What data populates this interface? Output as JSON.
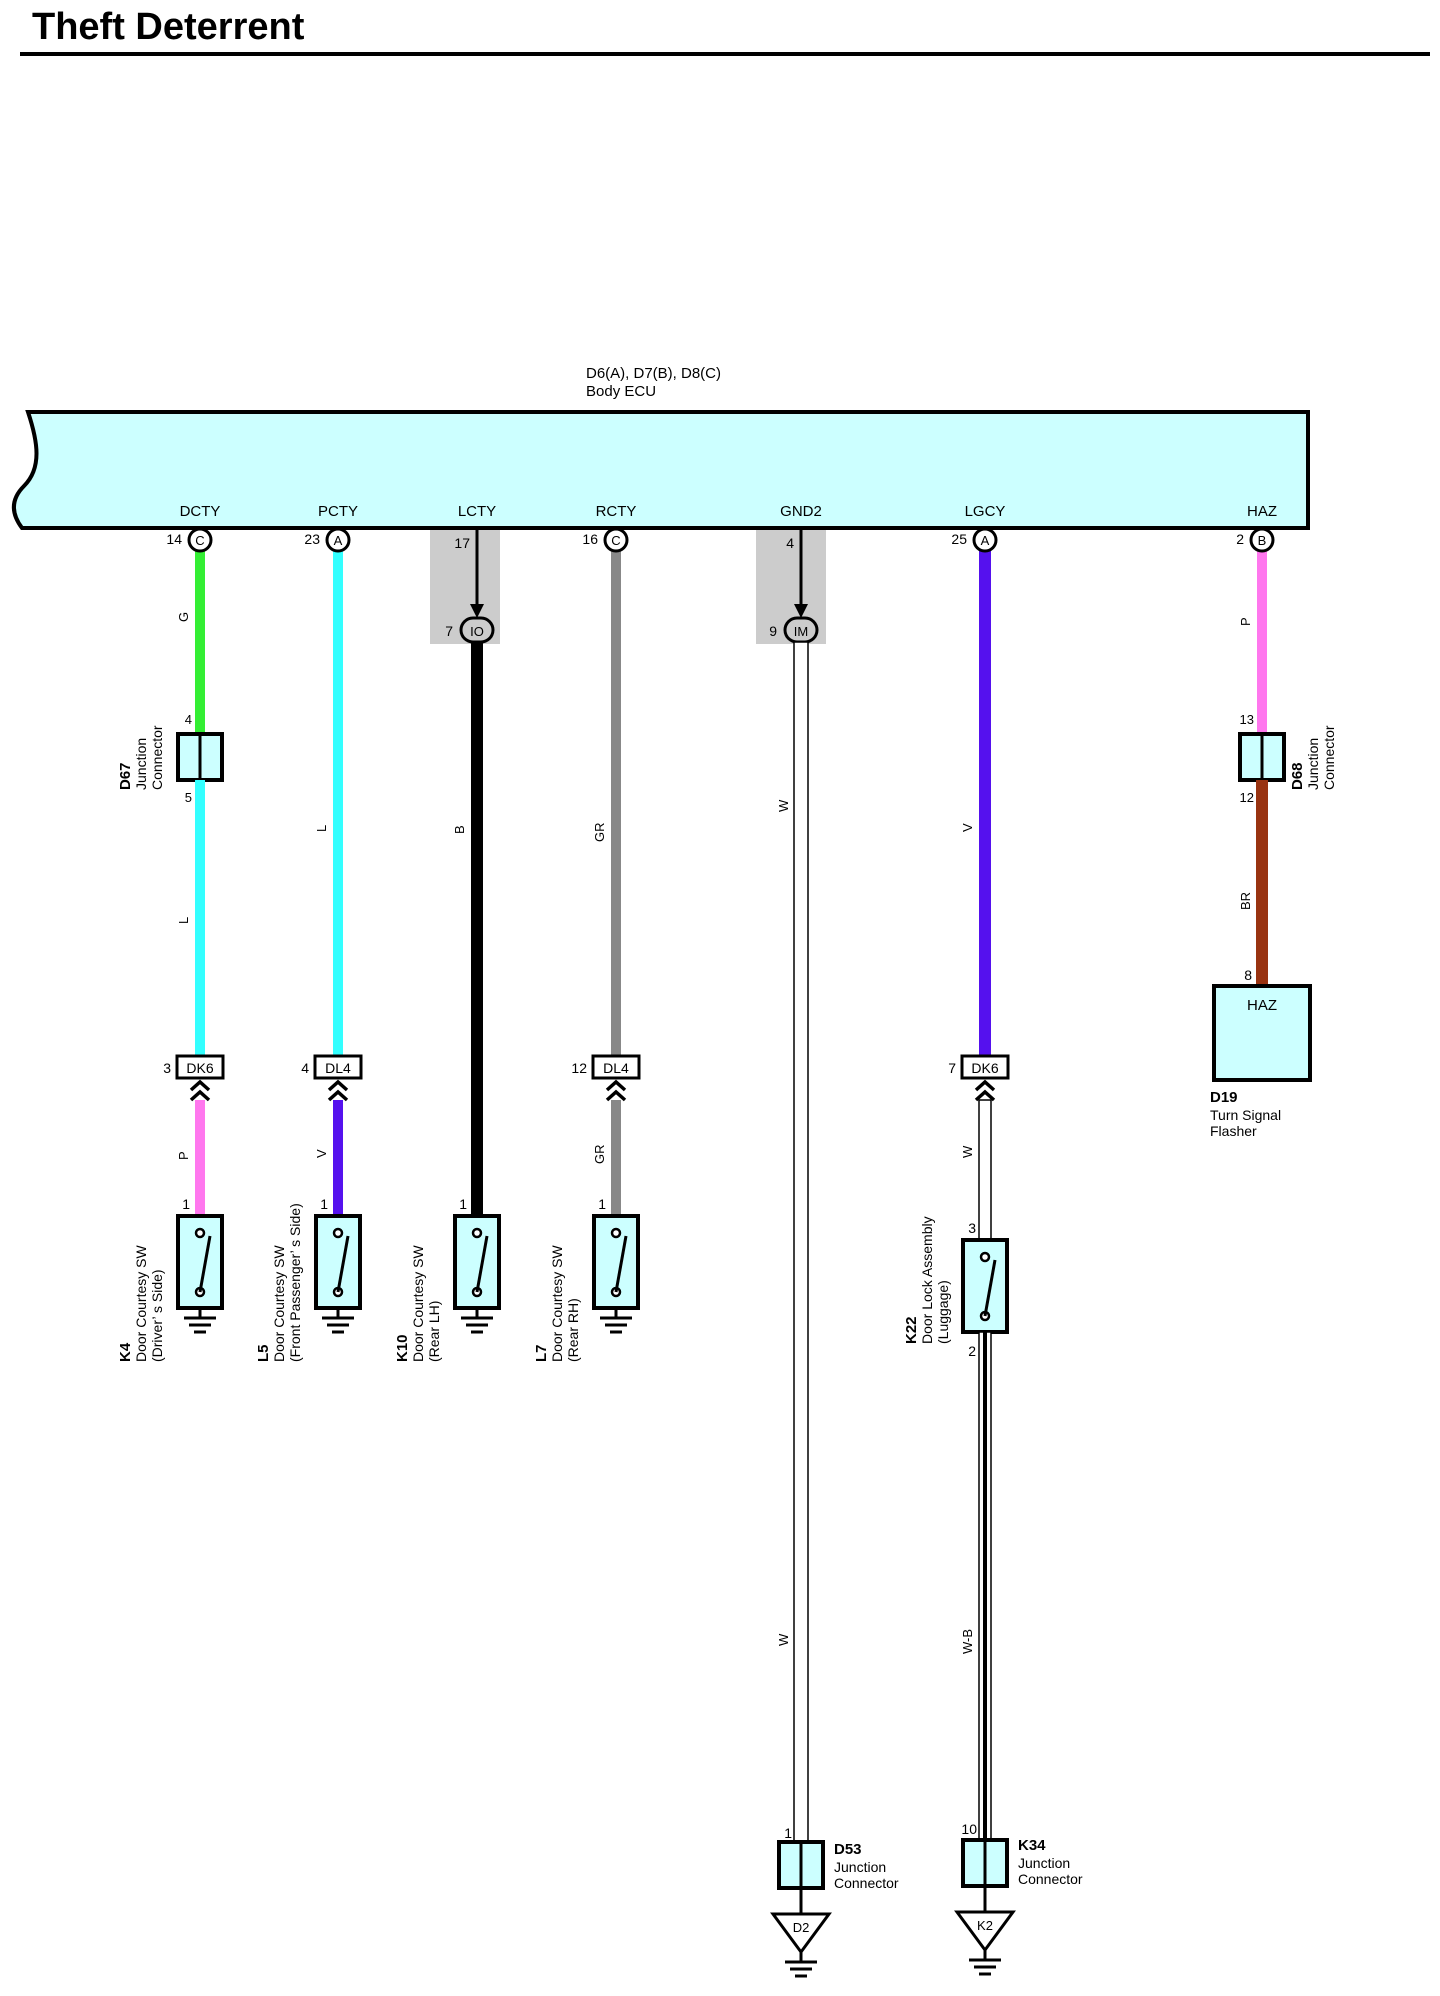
{
  "title": "Theft Deterrent",
  "ecu": {
    "code": "D6(A), D7(B), D8(C)",
    "name": "Body ECU",
    "fill": "#ccffff"
  },
  "circuits": [
    {
      "terminal": "DCTY",
      "pin": "14",
      "connector": "C"
    },
    {
      "terminal": "PCTY",
      "pin": "23",
      "connector": "A"
    },
    {
      "terminal": "LCTY",
      "pin": "17",
      "splice": "IO",
      "splice_pin": "7"
    },
    {
      "terminal": "RCTY",
      "pin": "16",
      "connector": "C"
    },
    {
      "terminal": "GND2",
      "pin": "4",
      "splice": "IM",
      "splice_pin": "9"
    },
    {
      "terminal": "LGCY",
      "pin": "25",
      "connector": "A"
    },
    {
      "terminal": "HAZ",
      "pin": "2",
      "connector": "B"
    }
  ],
  "wire_colors": {
    "G": "#33ee33",
    "L": "#33ffff",
    "P": "#ff77ee",
    "V": "#5511ee",
    "B": "#000000",
    "GR": "#888888",
    "W": "#ffffff",
    "BR": "#993311"
  },
  "wire_labels": {
    "dcty_top": "G",
    "dcty_mid": "L",
    "dcty_low": "P",
    "pcty_top": "L",
    "pcty_low": "V",
    "lcty": "B",
    "rcty_top": "GR",
    "rcty_low": "GR",
    "gnd2_top": "W",
    "gnd2_low": "W",
    "lgcy_top": "V",
    "lgcy_mid": "W",
    "lgcy_low": "W-B",
    "haz_top": "P",
    "haz_low": "BR"
  },
  "connectors": {
    "d67": {
      "code": "D67",
      "name1": "Junction",
      "name2": "Connector",
      "pin_in": "4",
      "pin_out": "5"
    },
    "d68": {
      "code": "D68",
      "name1": "Junction",
      "name2": "Connector",
      "pin_in": "13",
      "pin_out": "12"
    },
    "dk6_a": {
      "label": "DK6",
      "pin": "3"
    },
    "dl4_a": {
      "label": "DL4",
      "pin": "4"
    },
    "dl4_b": {
      "label": "DL4",
      "pin": "12"
    },
    "dk6_b": {
      "label": "DK6",
      "pin": "7"
    },
    "d53": {
      "code": "D53",
      "name1": "Junction",
      "name2": "Connector",
      "pin": "1",
      "ground": "D2"
    },
    "k34": {
      "code": "K34",
      "name1": "Junction",
      "name2": "Connector",
      "pin": "10",
      "ground": "K2"
    }
  },
  "components": {
    "k4": {
      "code": "K4",
      "line1": "Door Courtesy SW",
      "line2": "(Driver’ s Side)",
      "pin": "1"
    },
    "l5": {
      "code": "L5",
      "line1": "Door Courtesy SW",
      "line2": "(Front Passenger’ s Side)",
      "pin": "1"
    },
    "k10": {
      "code": "K10",
      "line1": "Door Courtesy SW",
      "line2": "(Rear LH)",
      "pin": "1"
    },
    "l7": {
      "code": "L7",
      "line1": "Door Courtesy SW",
      "line2": "(Rear RH)",
      "pin": "1"
    },
    "k22": {
      "code": "K22",
      "line1": "Door Lock Assembly",
      "line2": "(Luggage)",
      "pin_top": "3",
      "pin_bottom": "2"
    },
    "d19": {
      "code": "D19",
      "line1": "Turn Signal",
      "line2": "Flasher",
      "terminal": "HAZ",
      "pin": "8"
    }
  }
}
